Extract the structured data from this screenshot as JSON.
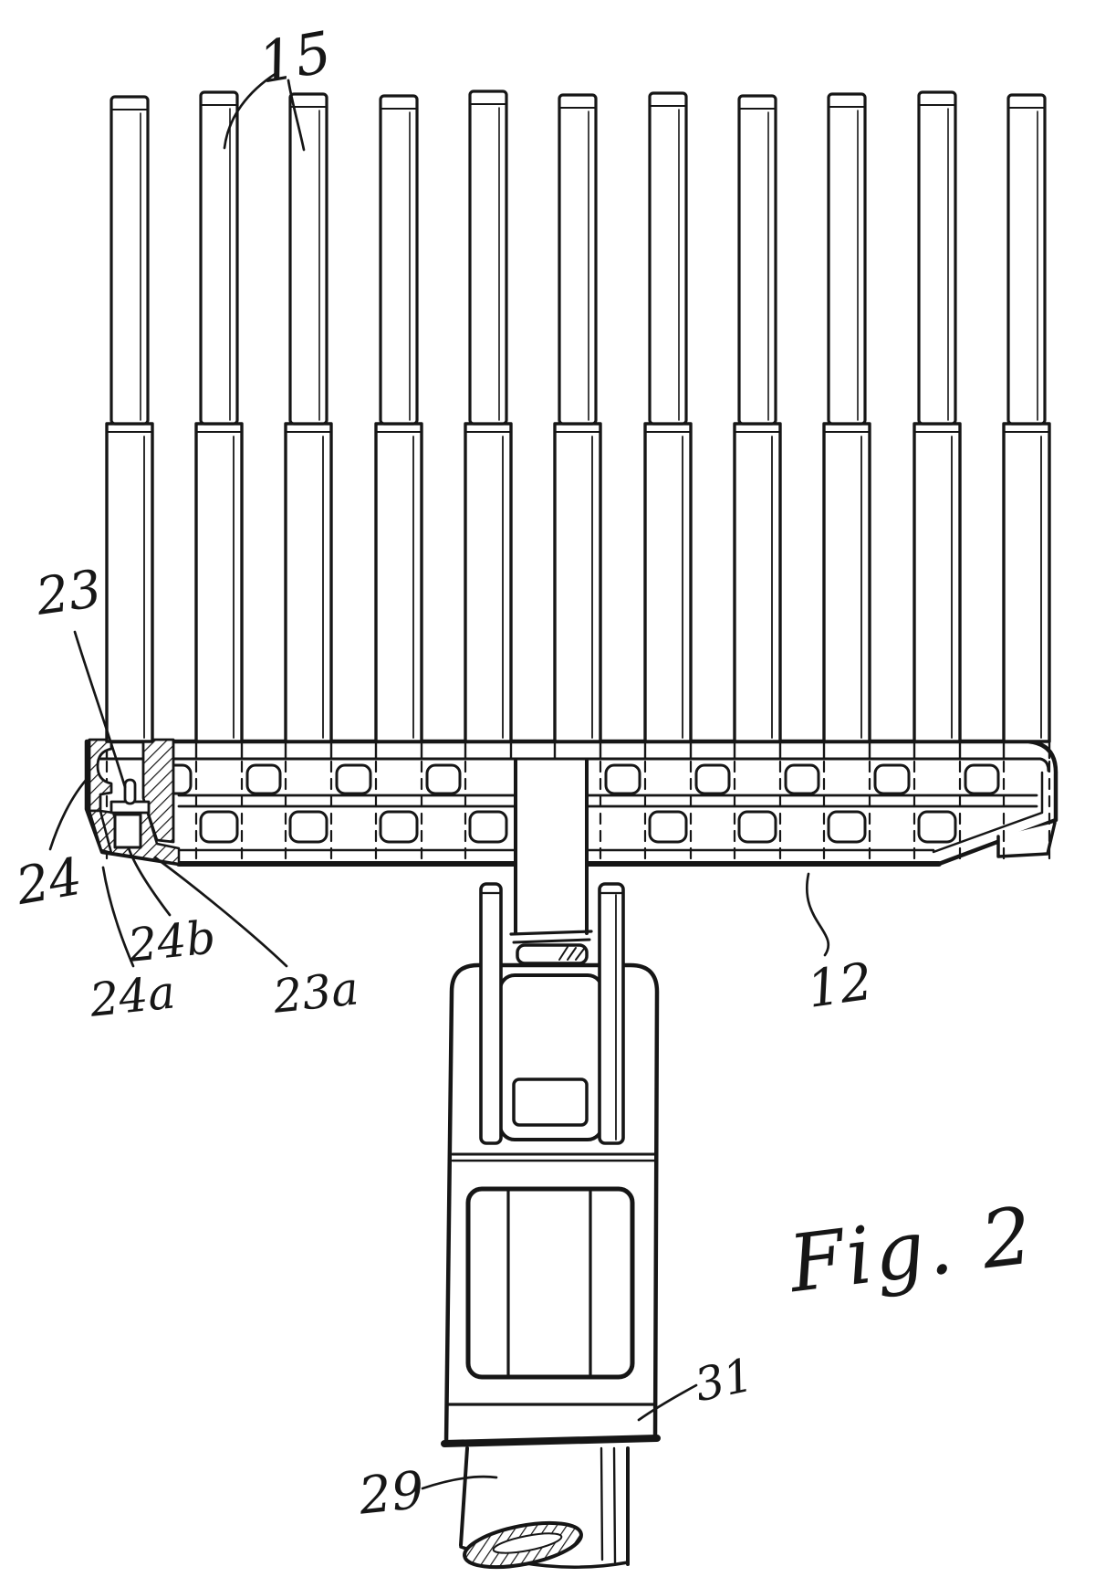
{
  "figure": {
    "caption": "Fig. 2",
    "colors": {
      "ink": "#161616",
      "paper": "#ffffff"
    },
    "reference_labels": [
      {
        "id": "15",
        "text": "15"
      },
      {
        "id": "23",
        "text": "23"
      },
      {
        "id": "24",
        "text": "24"
      },
      {
        "id": "24b",
        "text": "24b"
      },
      {
        "id": "24a",
        "text": "24a"
      },
      {
        "id": "23a",
        "text": "23a"
      },
      {
        "id": "12",
        "text": "12"
      },
      {
        "id": "31",
        "text": "31"
      },
      {
        "id": "29",
        "text": "29"
      }
    ]
  }
}
